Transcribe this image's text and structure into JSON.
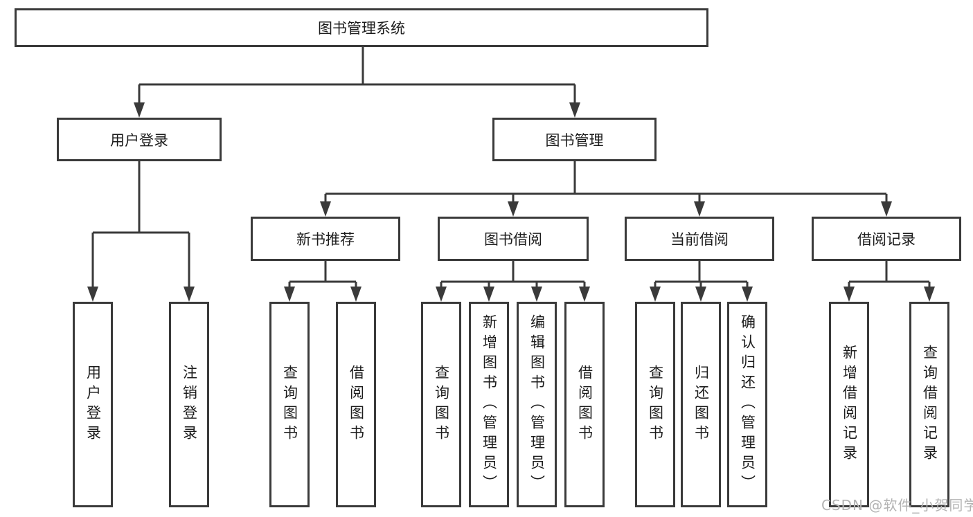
{
  "title": "图书管理系统",
  "watermark": "CSDN @软件_小贺同学",
  "colors": {
    "line": "#3a3a3a",
    "box_border": "#3a3a3a",
    "text": "#1c1c1c",
    "background": "#ffffff",
    "watermark": "#b3b3b3"
  },
  "nodes": {
    "root": {
      "label": "图书管理系统"
    },
    "user_login": {
      "label": "用户登录"
    },
    "book_mgmt": {
      "label": "图书管理"
    },
    "new_books": {
      "label": "新书推荐"
    },
    "book_borrow": {
      "label": "图书借阅"
    },
    "current_borrow": {
      "label": "当前借阅"
    },
    "borrow_records": {
      "label": "借阅记录"
    },
    "leaf_user_login": {
      "label": "用户登录"
    },
    "leaf_logout": {
      "label": "注销登录"
    },
    "leaf_query_books_new": {
      "label": "查询图书"
    },
    "leaf_borrow_books_new": {
      "label": "借阅图书"
    },
    "leaf_query_books_borrow": {
      "label": "查询图书"
    },
    "leaf_add_books": {
      "label": "新增图书（管理员）"
    },
    "leaf_edit_books": {
      "label": "编辑图书（管理员）"
    },
    "leaf_borrow_books": {
      "label": "借阅图书"
    },
    "leaf_query_books_current": {
      "label": "查询图书"
    },
    "leaf_return_books": {
      "label": "归还图书"
    },
    "leaf_confirm_return": {
      "label": "确认归还（管理员）"
    },
    "leaf_add_record": {
      "label": "新增借阅记录"
    },
    "leaf_query_record": {
      "label": "查询借阅记录"
    }
  },
  "hierarchy": {
    "图书管理系统": {
      "用户登录": [
        "用户登录",
        "注销登录"
      ],
      "图书管理": {
        "新书推荐": [
          "查询图书",
          "借阅图书"
        ],
        "图书借阅": [
          "查询图书",
          "新增图书（管理员）",
          "编辑图书（管理员）",
          "借阅图书"
        ],
        "当前借阅": [
          "查询图书",
          "归还图书",
          "确认归还（管理员）"
        ],
        "借阅记录": [
          "新增借阅记录",
          "查询借阅记录"
        ]
      }
    }
  }
}
